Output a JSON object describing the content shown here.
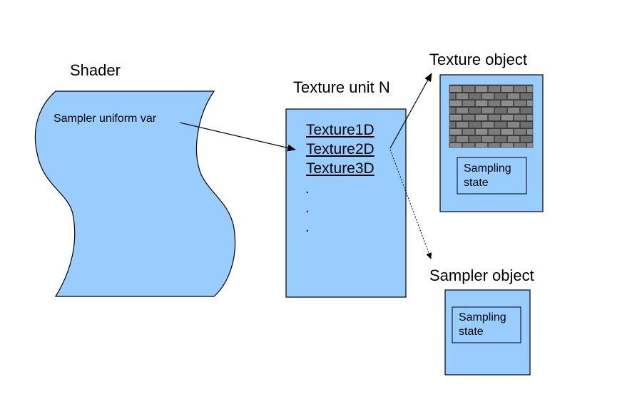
{
  "shader": {
    "title": "Shader",
    "sampler_label": "Sampler uniform var"
  },
  "texture_unit": {
    "title": "Texture unit N",
    "items": [
      "Texture1D",
      "Texture2D",
      "Texture3D"
    ],
    "ellipsis": [
      ".",
      ".",
      "."
    ]
  },
  "texture_object": {
    "title": "Texture object",
    "sampling_state_line1": "Sampling",
    "sampling_state_line2": "state"
  },
  "sampler_object": {
    "title": "Sampler object",
    "sampling_state_line1": "Sampling",
    "sampling_state_line2": "state"
  },
  "colors": {
    "box_fill": "#99ccff",
    "stroke": "#000000",
    "brick_dark": "#3a3a3a",
    "brick_light": "#8a8a8a"
  }
}
